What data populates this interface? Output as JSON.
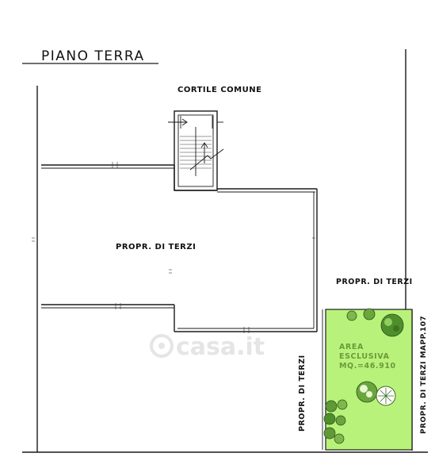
{
  "title": "PIANO TERRA",
  "labels": {
    "cortile": "CORTILE COMUNE",
    "terzi_main": "PROPR. DI TERZI",
    "terzi_right": "PROPR. DI TERZI",
    "terzi_vertical": "PROPR. DI TERZI",
    "terzi_mapp": "PROPR. DI TERZI MAPP.107"
  },
  "area": {
    "line1": "AREA",
    "line2": "ESCLUSIVA",
    "line3": "MQ.=46.910"
  },
  "watermark": "casa.it",
  "colors": {
    "garden": "#b9f27a",
    "garden_text": "#6c9a3a",
    "ink": "#1a1a1a",
    "watermark": "#d9d9d9"
  }
}
